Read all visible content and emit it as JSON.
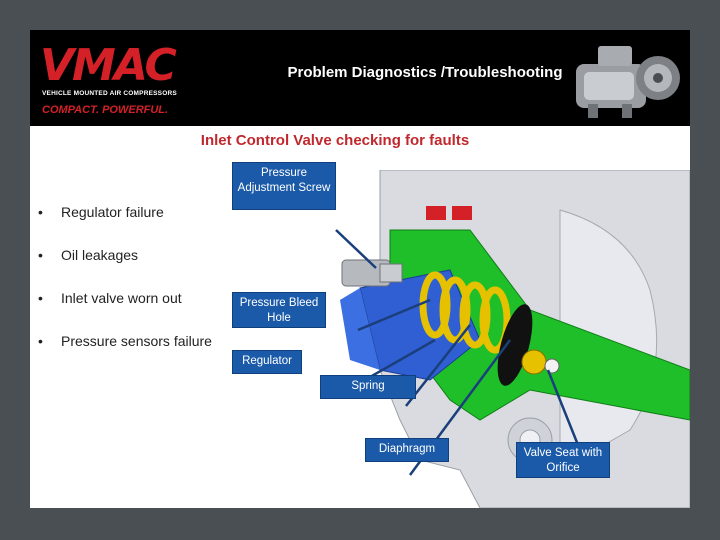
{
  "header": {
    "logo_text": "VMAC",
    "logo_sub": "VEHICLE MOUNTED AIR COMPRESSORS",
    "logo_tagline": "COMPACT. POWERFUL.",
    "title": "Problem Diagnostics /Troubleshooting"
  },
  "subtitle": "Inlet Control Valve checking for faults",
  "bullets": [
    "Regulator failure",
    "Oil leakages",
    "Inlet valve worn out",
    "Pressure sensors failure"
  ],
  "callouts": {
    "pressure_adjustment": "Pressure Adjustment Screw",
    "bleed_hole": "Pressure Bleed Hole",
    "regulator": "Regulator",
    "spring": "Spring",
    "diaphragm": "Diaphragm",
    "valve_seat": "Valve Seat with Orifice"
  },
  "colors": {
    "background": "#4a4f54",
    "brand_red": "#d42027",
    "callout_blue": "#1a5aa8",
    "diagram_green": "#1fbf2a"
  }
}
